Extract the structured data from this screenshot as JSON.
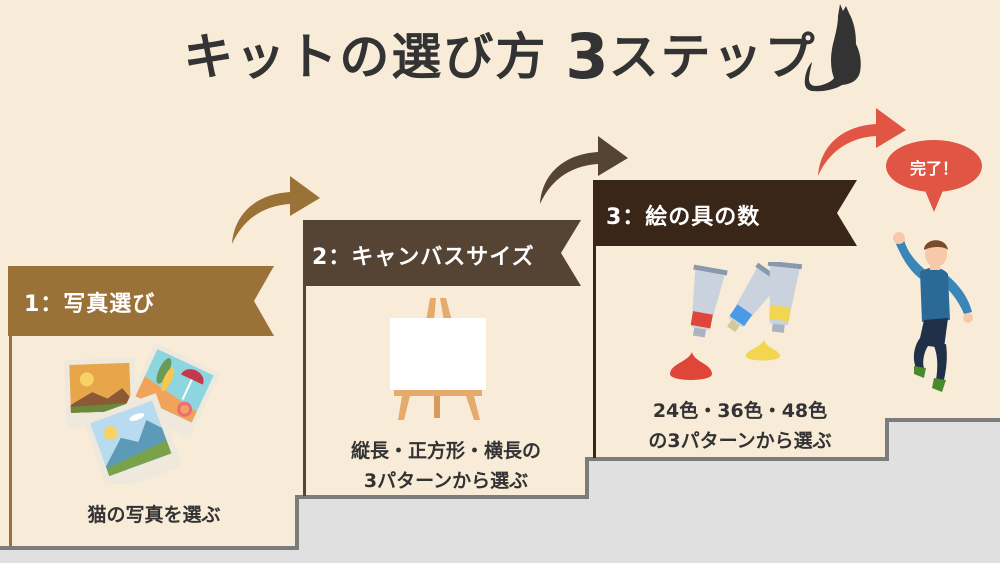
{
  "title": {
    "main": "キットの選び方",
    "number": "3",
    "suffix": "ステップ"
  },
  "steps": [
    {
      "label": "1：写真選び",
      "caption_lines": [
        "猫の写真を選ぶ"
      ],
      "icon": "photos-icon",
      "color": "#9a7238"
    },
    {
      "label": "2：キャンバスサイズ",
      "caption_lines": [
        "縦長・正方形・横長の",
        "3パターンから選ぶ"
      ],
      "icon": "easel-canvas-icon",
      "color": "#554433"
    },
    {
      "label": "3：絵の具の数",
      "caption_lines": [
        "24色・36色・48色",
        "の3パターンから選ぶ"
      ],
      "icon": "paint-tubes-icon",
      "color": "#3a2618"
    }
  ],
  "finish": {
    "bubble_text": "完了！",
    "color": "#e05543",
    "icon": "jumping-person-icon"
  },
  "colors": {
    "background": "#f8ecd9",
    "stair_fill": "#e0e0e0",
    "stair_edge": "#808080",
    "text": "#333333"
  }
}
